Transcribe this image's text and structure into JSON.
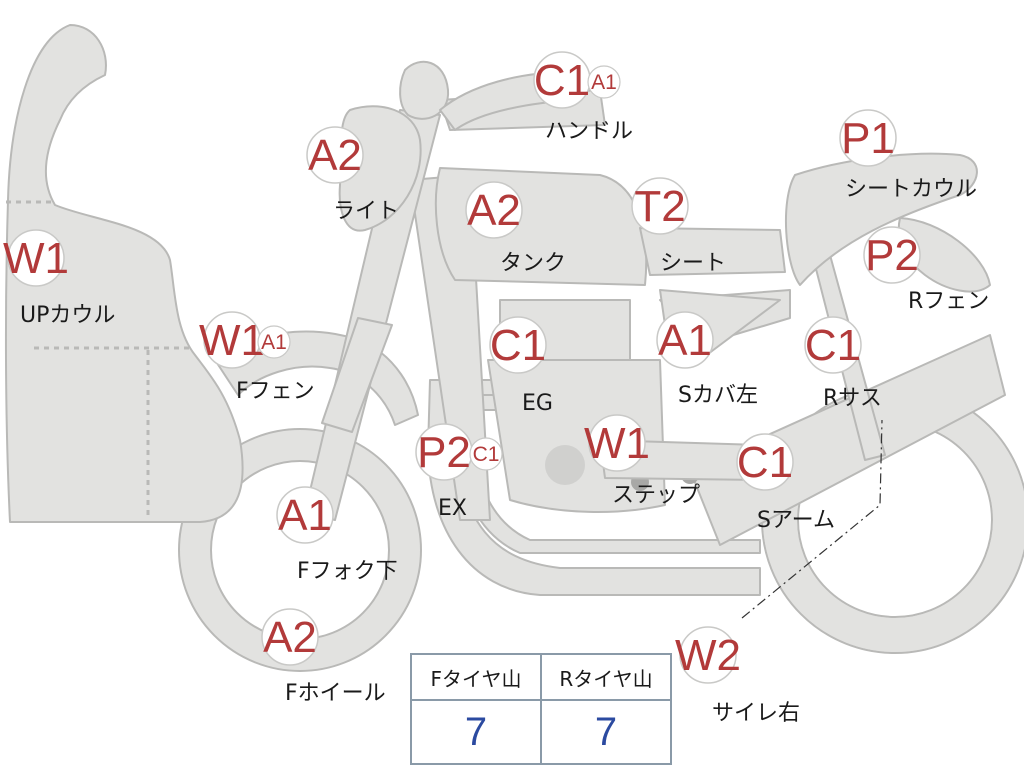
{
  "parts": [
    {
      "id": "up-cowl",
      "grade": "W1",
      "sub": "",
      "label": "UPカウル"
    },
    {
      "id": "f-fender",
      "grade": "W1",
      "sub": "A1",
      "label": "Fフェン"
    },
    {
      "id": "light",
      "grade": "A2",
      "sub": "",
      "label": "ライト"
    },
    {
      "id": "handle",
      "grade": "C1",
      "sub": "A1",
      "label": "ハンドル"
    },
    {
      "id": "tank",
      "grade": "A2",
      "sub": "",
      "label": "タンク"
    },
    {
      "id": "seat",
      "grade": "T2",
      "sub": "",
      "label": "シート"
    },
    {
      "id": "seat-cowl",
      "grade": "P1",
      "sub": "",
      "label": "シートカウル"
    },
    {
      "id": "r-fender",
      "grade": "P2",
      "sub": "",
      "label": "Rフェン"
    },
    {
      "id": "engine",
      "grade": "C1",
      "sub": "",
      "label": "EG"
    },
    {
      "id": "side-cover-left",
      "grade": "A1",
      "sub": "",
      "label": "Sカバ左"
    },
    {
      "id": "r-suspension",
      "grade": "C1",
      "sub": "",
      "label": "Rサス"
    },
    {
      "id": "exhaust",
      "grade": "P2",
      "sub": "C1",
      "label": "EX"
    },
    {
      "id": "step",
      "grade": "W1",
      "sub": "",
      "label": "ステップ"
    },
    {
      "id": "swing-arm",
      "grade": "C1",
      "sub": "",
      "label": "Sアーム"
    },
    {
      "id": "f-fork-lower",
      "grade": "A1",
      "sub": "",
      "label": "Fフォク下"
    },
    {
      "id": "f-wheel",
      "grade": "A2",
      "sub": "",
      "label": "Fホイール"
    },
    {
      "id": "silencer-right",
      "grade": "W2",
      "sub": "",
      "label": "サイレ右"
    }
  ],
  "tires": {
    "front_label": "Fタイヤ山",
    "rear_label": "Rタイヤ山",
    "front_value": "7",
    "rear_value": "7"
  },
  "colors": {
    "body_fill": "#e2e2e0",
    "body_stroke": "#b9b9b7",
    "grade_text": "#b23a3a",
    "tire_value": "#2b4aa0",
    "table_border": "#8a9aa8"
  }
}
